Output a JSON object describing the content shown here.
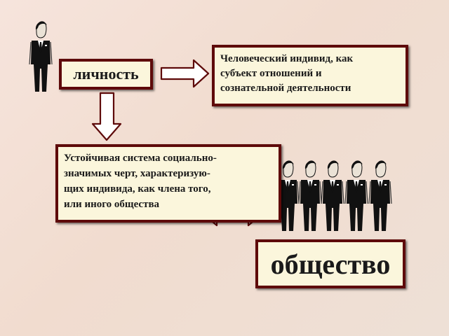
{
  "person_label": "личность",
  "definition_lines": [
    "Человеческий индивид, как",
    "субъект отношений и",
    "сознательной деятельности"
  ],
  "traits_lines": [
    "Устойчивая система социально-",
    "значимых черт, характеризую-",
    "щих индивида, как члена того,",
    "или иного общества"
  ],
  "society_label": "общество",
  "icons": [
    "man-in-suit-icon",
    "arrow-right-icon",
    "arrow-down-icon",
    "double-arrow-icon",
    "group-of-men-icon"
  ],
  "colors": {
    "border": "#5e0a0a",
    "box_fill": "#fbf6dc",
    "arrow_fill": "#ffffff",
    "figure": "#111111"
  }
}
